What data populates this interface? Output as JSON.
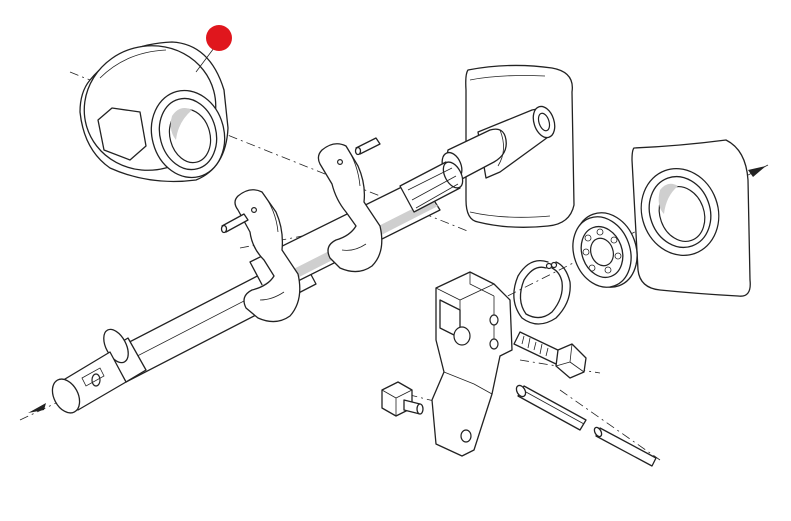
{
  "diagram": {
    "title": "",
    "marker_color": "#e0161d",
    "line_color": "#222222",
    "parts": [
      {
        "id": "release-bearing",
        "highlighted": true
      },
      {
        "id": "guide-tube-housing"
      },
      {
        "id": "release-shaft"
      },
      {
        "id": "release-fork-left"
      },
      {
        "id": "release-fork-right"
      },
      {
        "id": "dowel-pin-left"
      },
      {
        "id": "dowel-pin-right"
      },
      {
        "id": "bushing-housing-right"
      },
      {
        "id": "needle-bearing"
      },
      {
        "id": "circlip"
      },
      {
        "id": "release-lever"
      },
      {
        "id": "hex-bolt"
      },
      {
        "id": "square-head-screw"
      },
      {
        "id": "spring-pin"
      },
      {
        "id": "pin-rod"
      }
    ]
  }
}
